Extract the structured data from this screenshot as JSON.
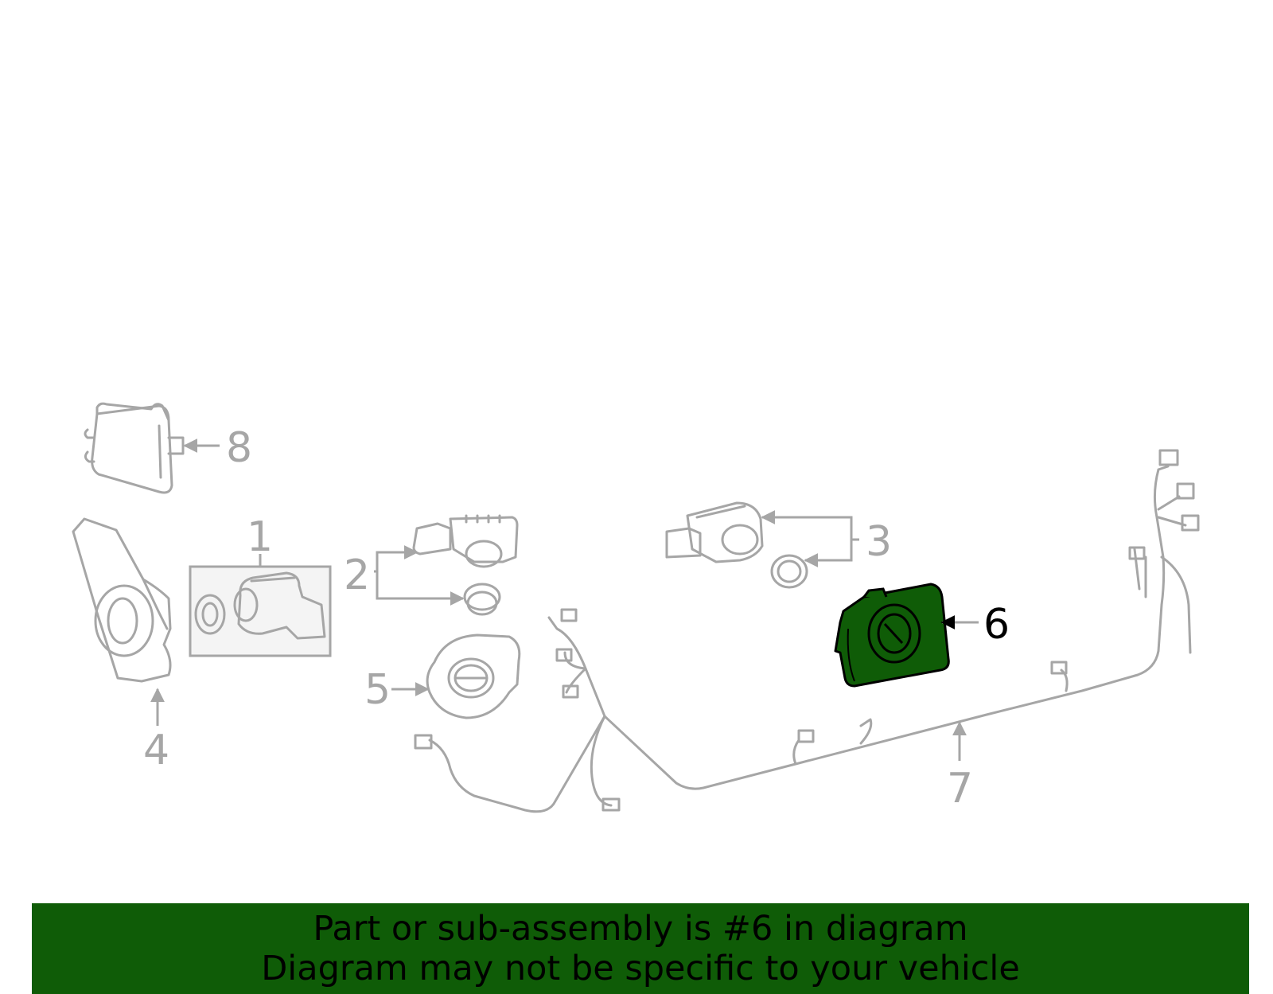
{
  "highlight_color": "#0f5c07",
  "line_color": "#a6a6a6",
  "callouts": {
    "c1": "1",
    "c2": "2",
    "c3": "3",
    "c4": "4",
    "c5": "5",
    "c6": "6",
    "c7": "7",
    "c8": "8"
  },
  "highlighted_part": "6",
  "banner": {
    "line1": "Part or sub-assembly is #6 in diagram",
    "line2": "Diagram may not be specific to your vehicle"
  }
}
